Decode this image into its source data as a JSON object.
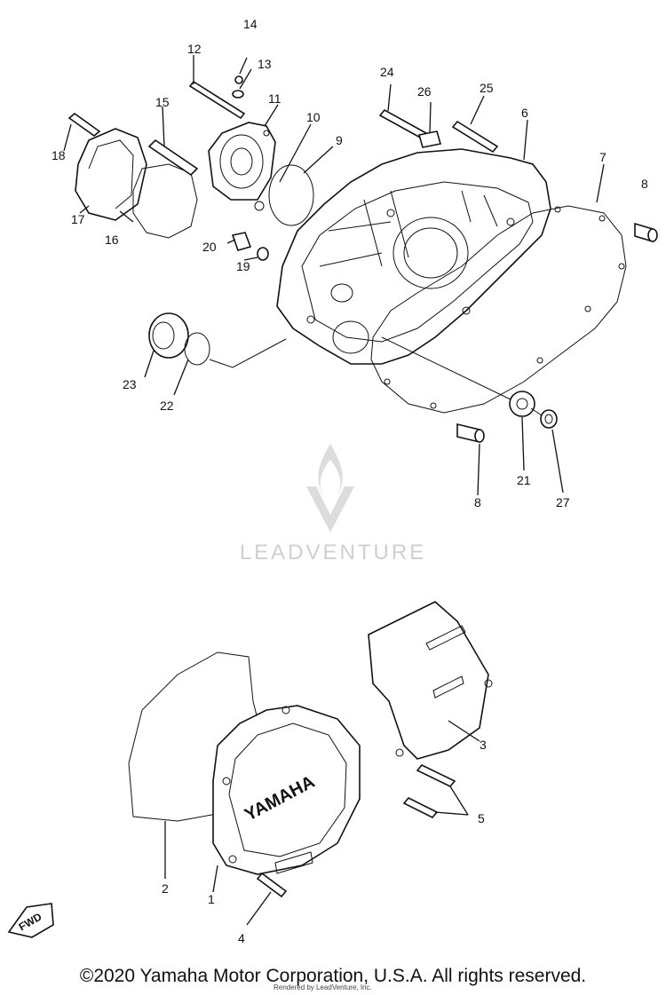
{
  "diagram": {
    "callouts": {
      "c1": "1",
      "c2": "2",
      "c3": "3",
      "c4": "4",
      "c5": "5",
      "c6": "6",
      "c7": "7",
      "c8a": "8",
      "c8b": "8",
      "c9": "9",
      "c10": "10",
      "c11": "11",
      "c12": "12",
      "c13": "13",
      "c14": "14",
      "c15": "15",
      "c16": "16",
      "c17": "17",
      "c18": "18",
      "c19": "19",
      "c20": "20",
      "c21": "21",
      "c22": "22",
      "c23": "23",
      "c24": "24",
      "c25": "25",
      "c26": "26",
      "c27": "27"
    },
    "fwd_label": "FWD",
    "cover_brand": "YAMAHA"
  },
  "watermark": {
    "text": "LEADVENTURE"
  },
  "footer": {
    "copyright": "©2020 Yamaha Motor Corporation, U.S.A. All rights reserved.",
    "rendered_by": "Rendered by LeadVenture, Inc."
  }
}
